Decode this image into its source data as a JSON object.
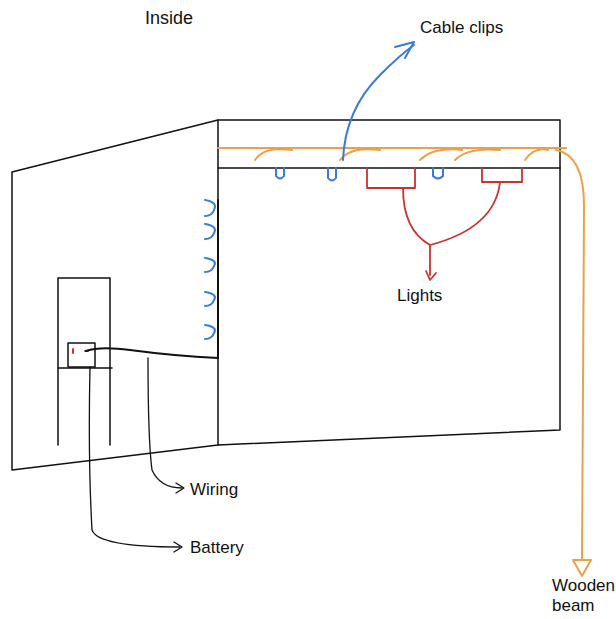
{
  "diagram": {
    "title": "Inside",
    "labels": [
      "Cable clips",
      "Lights",
      "Wiring",
      "Battery",
      "Wooden beam"
    ]
  }
}
